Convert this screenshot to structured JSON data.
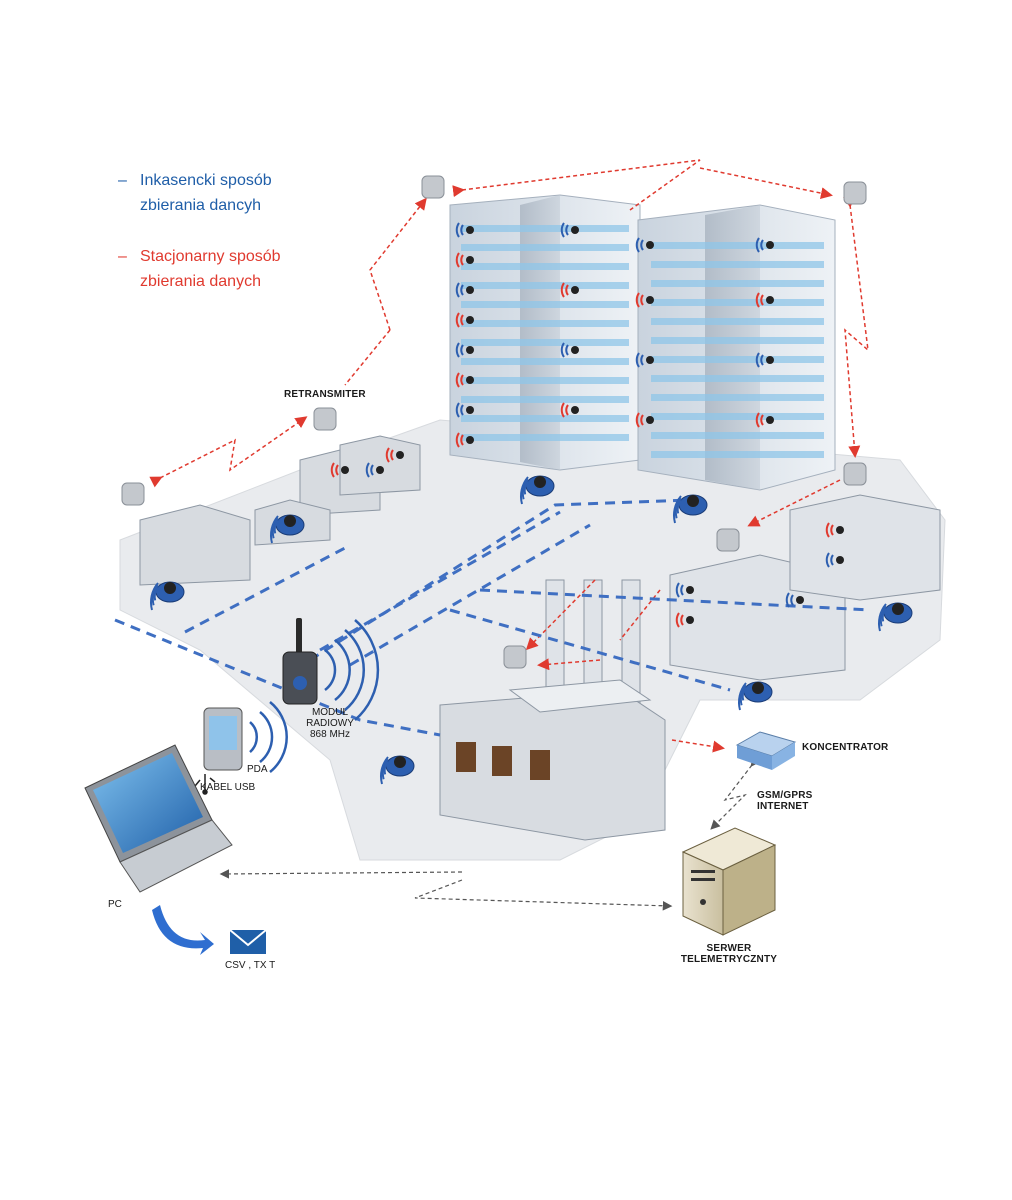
{
  "legend": {
    "manual": {
      "line1": "Inkasencki sposób",
      "line2": "zbierania dancyh",
      "color": "#1f5ea8"
    },
    "stationary": {
      "line1": "Stacjonarny sposób",
      "line2": "zbierania danych",
      "color": "#e03a2f"
    },
    "dash": "–"
  },
  "labels": {
    "retransmiter": "RETRANSMITER",
    "radio_module": [
      "MODUŁ",
      "RADIOWY",
      "868 MHz"
    ],
    "pda": "PDA",
    "usb_cable": "KABEL USB",
    "pc": "PC",
    "file_formats": "CSV , TX T",
    "concentrator": "KONCENTRATOR",
    "gsm": [
      "GSM/GPRS",
      "INTERNET"
    ],
    "server": [
      "SERWER",
      "TELEMETRYCZNTY"
    ]
  },
  "colors": {
    "manual_link": "#3f6fc2",
    "stationary_link": "#e03a2f",
    "server_link": "#555555",
    "meter_blue": "#2d5fb0",
    "ground": "#e9ebee"
  }
}
